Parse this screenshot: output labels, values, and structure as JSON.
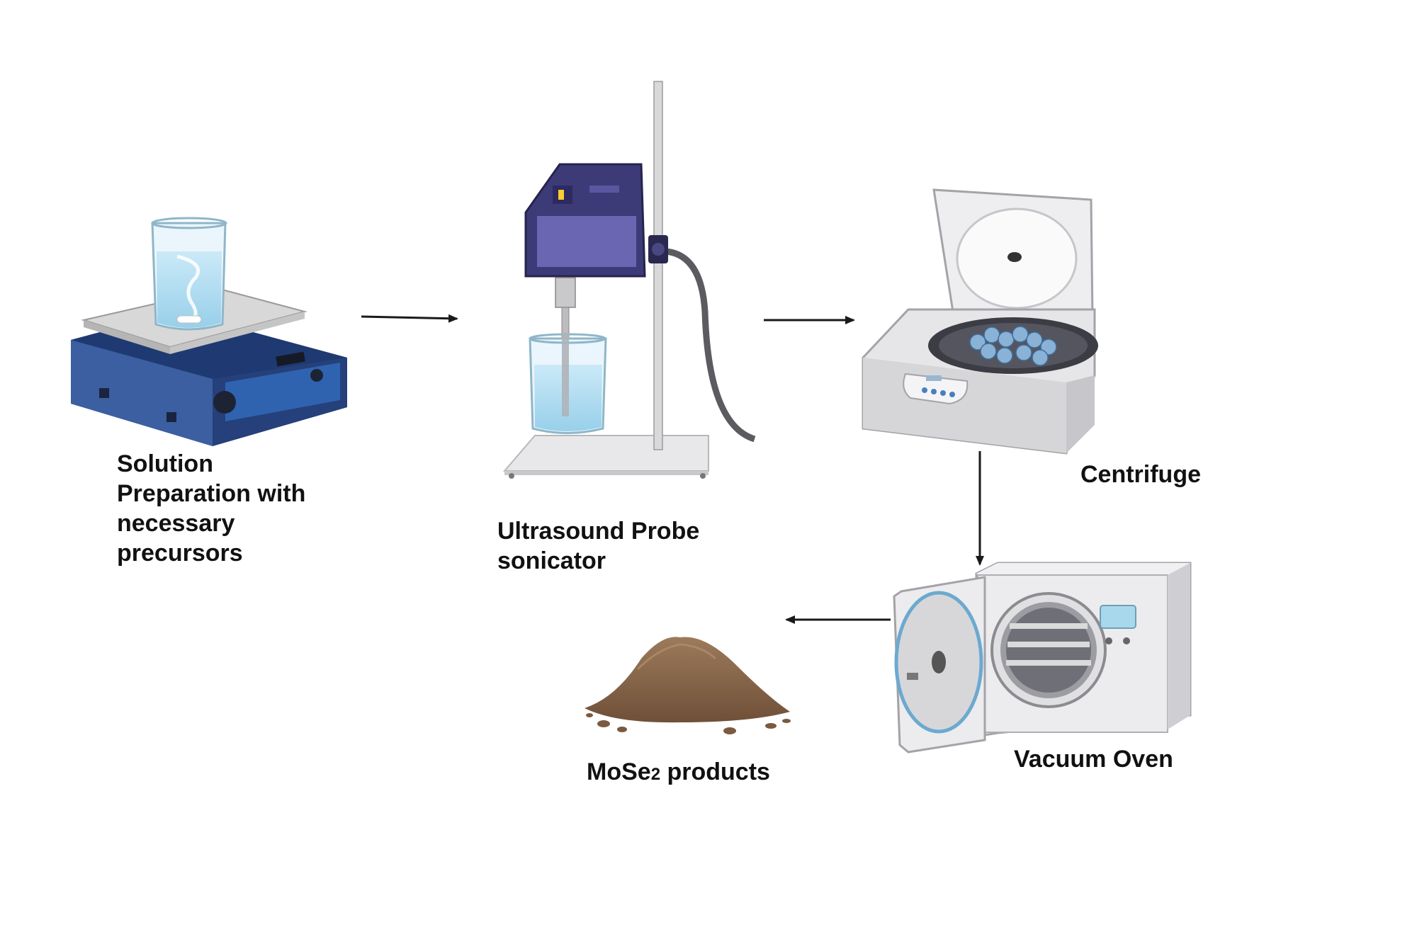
{
  "steps": {
    "solution": {
      "lines": [
        "Solution",
        "Preparation with",
        "necessary",
        "precursors"
      ]
    },
    "sonicator": {
      "lines": [
        "Ultrasound Probe",
        "sonicator"
      ]
    },
    "centrifuge": {
      "label": "Centrifuge"
    },
    "oven": {
      "label": "Vacuum Oven"
    },
    "product": {
      "prefix": "MoSe",
      "subscript": "2",
      "suffix": " products"
    }
  },
  "colors": {
    "hotplate_body": "#2b4a86",
    "liquid": "#a9d9f0",
    "sonicator_body": "#3d3a78",
    "device_gray": "#e6e6e8",
    "powder": "#8b6a4c",
    "arrow": "#1a1a1a"
  }
}
